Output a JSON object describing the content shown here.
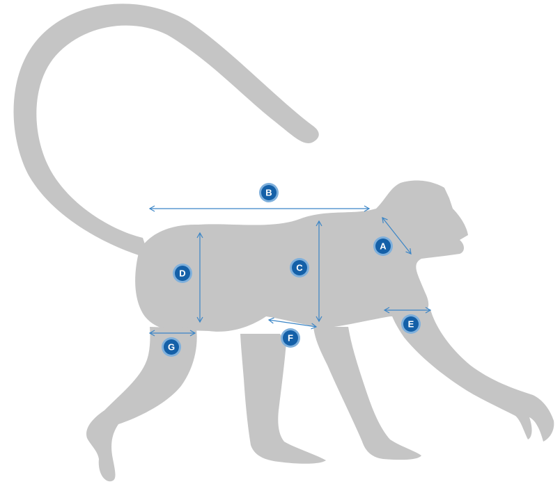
{
  "colors": {
    "silhouette": "#c5c5c5",
    "arrow": "#3a85c6",
    "marker_fill": "#1460a8",
    "marker_ring": "#7fb0dc",
    "marker_text": "#ffffff"
  },
  "markers": {
    "a": "A",
    "b": "B",
    "c": "C",
    "d": "D",
    "e": "E",
    "f": "F",
    "g": "G"
  }
}
